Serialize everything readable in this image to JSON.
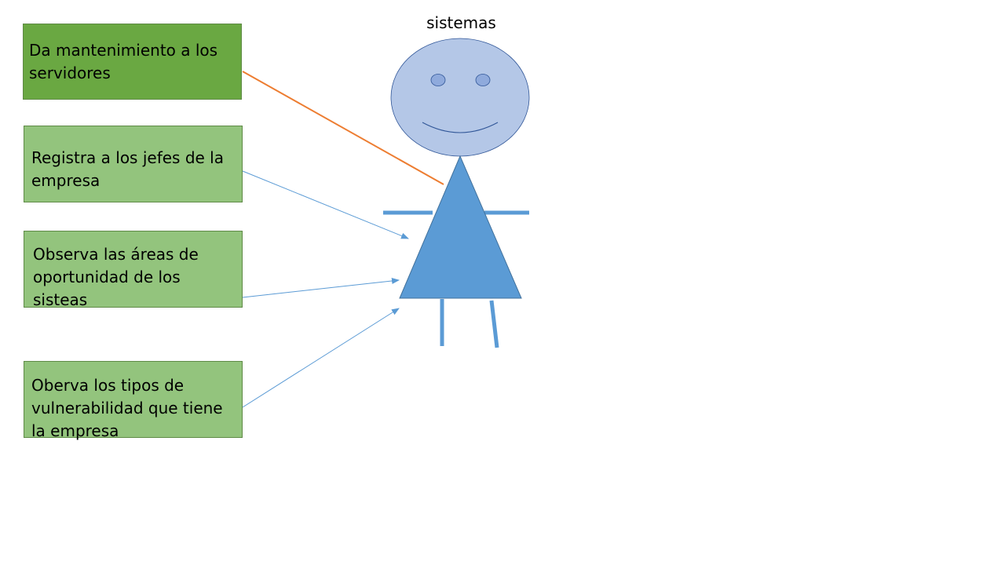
{
  "figure": {
    "title": "sistemas"
  },
  "boxes": [
    {
      "id": "box1",
      "text": "Da mantenimiento a los servidores",
      "fill": "#6aa842"
    },
    {
      "id": "box2",
      "text": "Registra a los jefes de la empresa",
      "fill": "#93c47d"
    },
    {
      "id": "box3",
      "text": "Observa las áreas de oportunidad de los sisteas",
      "fill": "#93c47d"
    },
    {
      "id": "box4",
      "text": "Oberva los tipos de vulnerabilidad que tiene la empresa",
      "fill": "#93c47d"
    }
  ],
  "colors": {
    "head_fill": "#b4c7e7",
    "head_stroke": "#2f5597",
    "eye_fill": "#8faadc",
    "body_fill": "#5b9bd5",
    "limb_color": "#5b9bd5",
    "connector_orange": "#ed7d31",
    "connector_blue": "#5b9bd5"
  }
}
